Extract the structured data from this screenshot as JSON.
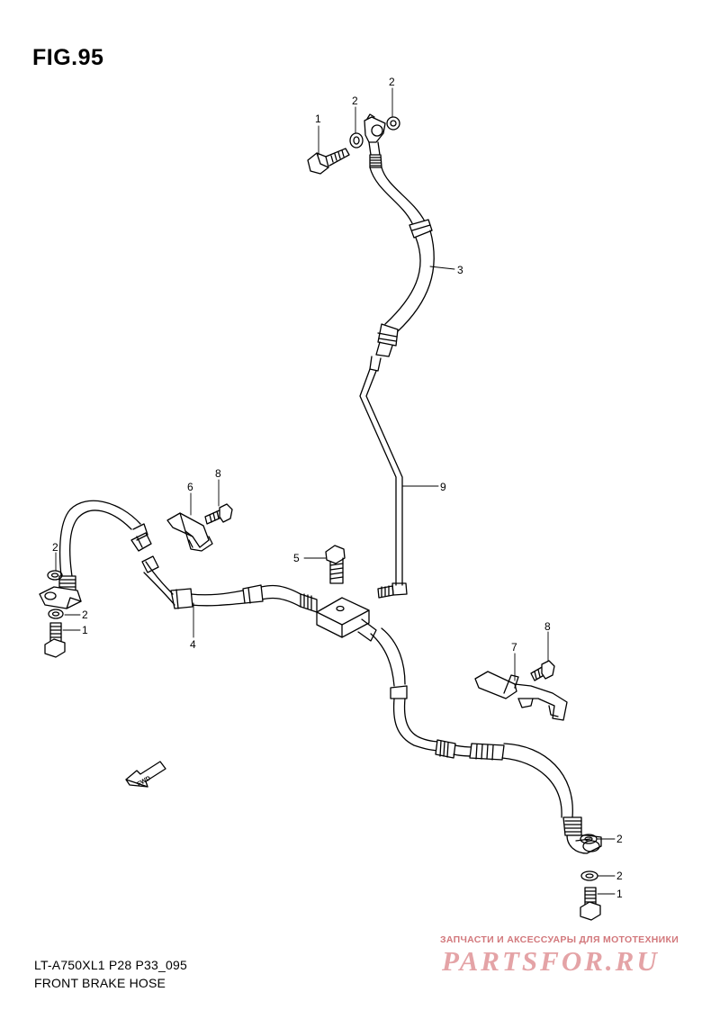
{
  "figure": {
    "title": "FIG.95"
  },
  "callouts": {
    "c1_top": "1",
    "c2_top_a": "2",
    "c2_top_b": "2",
    "c3": "3",
    "c9": "9",
    "c6": "6",
    "c8_left": "8",
    "c5": "5",
    "c2_left_a": "2",
    "c2_left_b": "2",
    "c1_left": "1",
    "c4": "4",
    "c7": "7",
    "c8_right": "8",
    "c2_right_a": "2",
    "c2_right_b": "2",
    "c1_right": "1"
  },
  "fwd_label": "FWD",
  "footer": {
    "model": "LT-A750XL1 P28 P33_095",
    "name": "FRONT BRAKE HOSE"
  },
  "watermark": {
    "tagline": "ЗАПЧАСТИ И АКСЕССУАРЫ ДЛЯ МОТОТЕХНИКИ",
    "logo": "PARTSFOR.RU"
  },
  "colors": {
    "line": "#000000",
    "watermark": "#d2787c"
  }
}
